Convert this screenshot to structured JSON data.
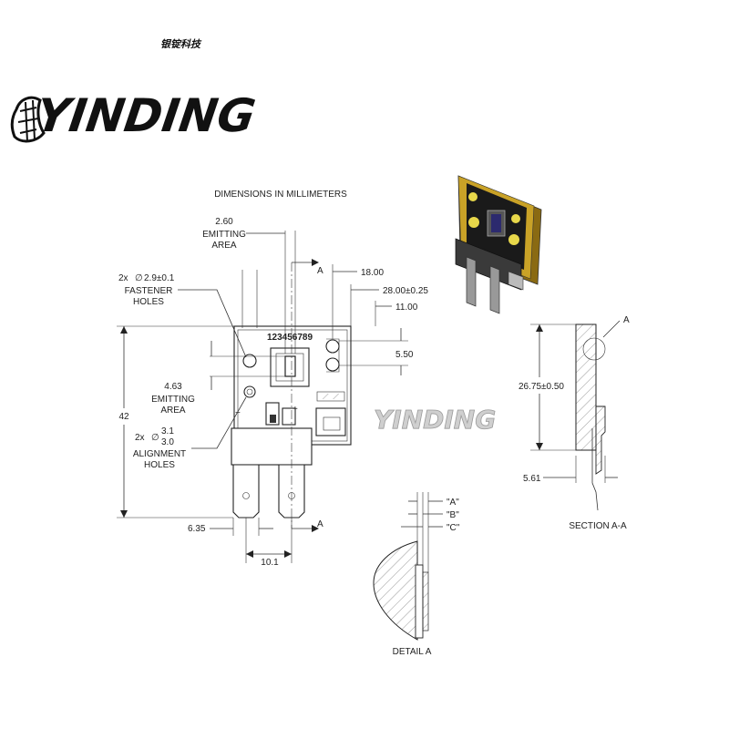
{
  "brand": {
    "logo_text": "YINDING",
    "logo_subtext": "银锭科技",
    "watermark": "YINDING"
  },
  "drawing": {
    "title": "DIMENSIONS IN MILLIMETERS",
    "serial_marking": "123456789",
    "plus_sign": "+",
    "minus_sign": "−",
    "dims": {
      "emitting_width": "2.60",
      "emitting_width_label": "EMITTING\nAREA",
      "fastener_holes_qty": "2x",
      "fastener_holes_dia": "2.9±0.1",
      "fastener_holes_label": "FASTENER\nHOLES",
      "emitting_height": "4.63",
      "emitting_height_label": "EMITTING\nAREA",
      "alignment_holes_qty": "2x",
      "alignment_holes_dia_upper": "3.1",
      "alignment_holes_dia_lower": "3.0",
      "alignment_holes_label": "ALIGNMENT\nHOLES",
      "height_total": "42",
      "dim_18": "18.00",
      "dim_28": "28.00±0.25",
      "dim_11": "11.00",
      "dim_550": "5.50",
      "dim_635": "6.35",
      "dim_101": "10.1",
      "section_marker": "A",
      "section_height": "26.75±0.50",
      "section_thickness": "5.61",
      "section_title": "SECTION A-A",
      "section_detail_marker": "A",
      "detail_title": "DETAIL A",
      "detail_labels": [
        "\"A\"",
        "\"B\"",
        "\"C\""
      ]
    }
  },
  "colors": {
    "pcb": "#c9a227",
    "pcb_dark": "#8a6a12",
    "die": "#2c2a6e",
    "pad": "#e8d84a",
    "connector": "#3a3a3a"
  }
}
